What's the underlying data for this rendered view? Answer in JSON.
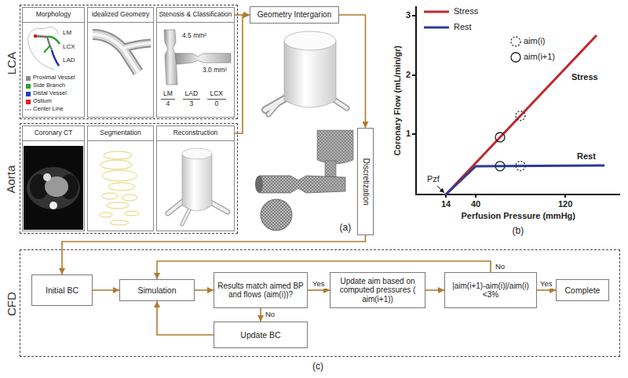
{
  "diagram": {
    "nodes": [
      {
        "text": [
          "LCA"
        ]
      },
      {
        "text": [
          "Morphology"
        ],
        "in": 0
      },
      {
        "text": [
          "Idealized Geometry"
        ],
        "in": 0
      },
      {
        "text": [
          "Stenosis & Classification"
        ],
        "in": 0
      },
      {
        "text": [
          "Aorta"
        ]
      },
      {
        "text": [
          "Coronary CT"
        ],
        "in": 4
      },
      {
        "text": [
          "Segmentation"
        ],
        "in": 4
      },
      {
        "text": [
          "Reconstruction"
        ],
        "in": 4
      },
      {
        "text": [
          "Geometry Intergarion"
        ]
      },
      {
        "text": [
          "Discretization"
        ]
      },
      {
        "text": [
          "CFD"
        ]
      },
      {
        "text": [
          "Initial BC"
        ],
        "in": 10
      },
      {
        "text": [
          "Simulation"
        ],
        "in": 10
      },
      {
        "text": [
          "Results match aimed BP and flows (aim(i))?"
        ],
        "in": 10
      },
      {
        "text": [
          "Update aim based on computed pressures ( aim(i+1))"
        ],
        "in": 10
      },
      {
        "text": [
          "|aim(i+1)-aim(i)|/aim(i) <3%"
        ],
        "in": 10
      },
      {
        "text": [
          "Complete"
        ],
        "in": 10
      },
      {
        "text": [
          "Update BC"
        ],
        "in": 10
      }
    ],
    "edges": [
      {
        "from": 3,
        "to": 8,
        "arrow": "to"
      },
      {
        "from": 7,
        "to": 8,
        "arrow": "to"
      },
      {
        "from": 8,
        "to": 9,
        "arrow": "to"
      },
      {
        "from": 9,
        "to": 11,
        "arrow": "to"
      },
      {
        "from": 11,
        "to": 12,
        "arrow": "to"
      },
      {
        "from": 12,
        "to": 13,
        "arrow": "to"
      },
      {
        "from": 13,
        "to": 14,
        "label": "Yes",
        "arrow": "to"
      },
      {
        "from": 14,
        "to": 15,
        "arrow": "to"
      },
      {
        "from": 15,
        "to": 16,
        "label": "Yes",
        "arrow": "to"
      },
      {
        "from": 13,
        "to": 17,
        "label": "No",
        "arrow": "to"
      },
      {
        "from": 17,
        "to": 12,
        "arrow": "to"
      },
      {
        "from": 15,
        "to": 12,
        "label": "No",
        "arrow": "to"
      }
    ],
    "labels": [
      "LM",
      "LCX",
      "LAD",
      "4.5 mm²",
      "3.0 mm²",
      "LM",
      "LAD",
      "LCX",
      "4",
      "3",
      "0",
      "(a)",
      "3",
      "2",
      "1",
      "Coronary Flow (mL/min/gr)",
      "Pzf",
      "14",
      "40",
      "120",
      "Perfusion Pressure (mmHg)",
      "Stress",
      "Rest",
      "(b)",
      "(c)"
    ],
    "legend": [
      {
        "text": "Proximal Vessel",
        "color": "#8c8c8c"
      },
      {
        "text": "Side Branch",
        "color": "#2ca02c"
      },
      {
        "text": "Distal Vessel",
        "color": "#1f3fbf"
      },
      {
        "text": "Ostium",
        "color": "#e02020"
      },
      {
        "text": "Center Line"
      },
      {
        "text": "Stress",
        "color": "#c1272d"
      },
      {
        "text": "Rest",
        "color": "#2b3a9c"
      },
      {
        "text": "aim(i)"
      },
      {
        "text": "aim(i+1)"
      }
    ]
  }
}
